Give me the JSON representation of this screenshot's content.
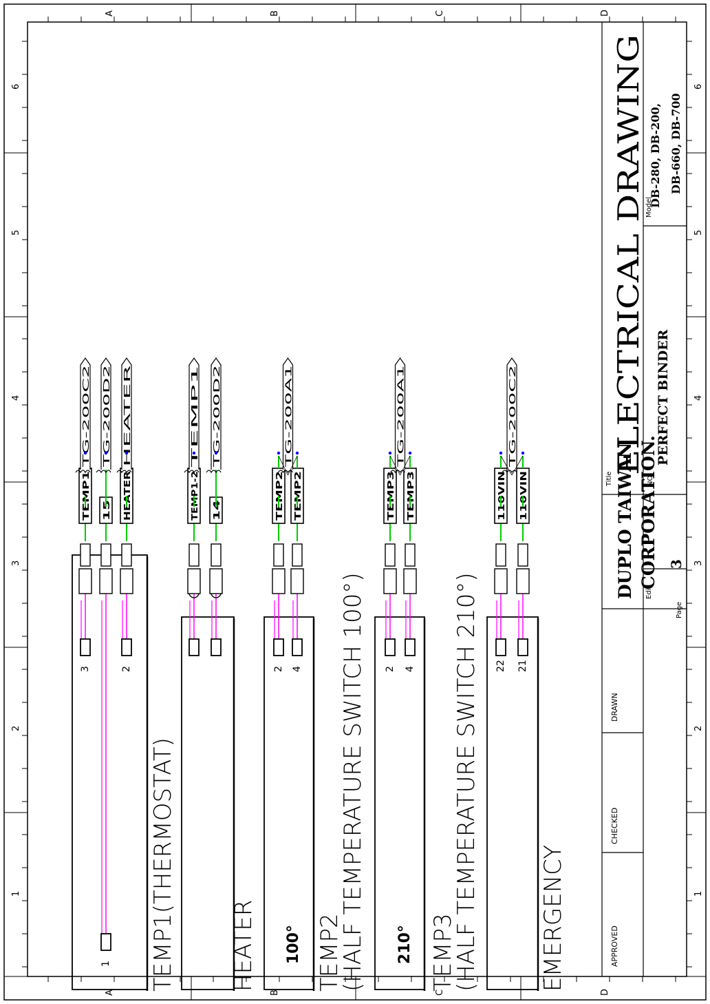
{
  "sheet": {
    "row_labels": [
      "A",
      "B",
      "C",
      "D"
    ],
    "col_labels": [
      "1",
      "2",
      "3",
      "4",
      "5",
      "6"
    ]
  },
  "circuits": [
    {
      "id": "temp1",
      "label": "TEMP1(THERMOSTAT)",
      "sub_label": "",
      "box_text": "",
      "pins": [
        "3",
        "1",
        "2"
      ],
      "wire_labels": [
        "TEMP1",
        "15",
        "HEATER"
      ],
      "connectors": [
        "TG-200C2",
        "TG-200D2",
        "HEATER"
      ]
    },
    {
      "id": "heater",
      "label": "HEATER",
      "sub_label": "",
      "box_text": "",
      "pins": [
        "",
        ""
      ],
      "wire_labels": [
        "TEMP1-2",
        "14"
      ],
      "connectors": [
        "TEMP1",
        "TG-200D2"
      ]
    },
    {
      "id": "temp2",
      "label": "TEMP2",
      "sub_label": "(HALF  TEMPERATURE  SWITCH  100°)",
      "box_text": "100°",
      "pins": [
        "2",
        "4"
      ],
      "wire_labels": [
        "TEMP2",
        "TEMP2"
      ],
      "connectors": [
        "TG-200A1"
      ]
    },
    {
      "id": "temp3",
      "label": "TEMP3",
      "sub_label": "(HALF  TEMPERATURE  SWITCH  210°)",
      "box_text": "210°",
      "pins": [
        "2",
        "4"
      ],
      "wire_labels": [
        "TEMP3",
        "TEMP3"
      ],
      "connectors": [
        "TG-200A1"
      ]
    },
    {
      "id": "emergency",
      "label": "EMERGENCY",
      "sub_label": "",
      "box_text": "",
      "pins": [
        "22",
        "21"
      ],
      "wire_labels": [
        "110VIN",
        "110VIN"
      ],
      "connectors": [
        "TG-200C2"
      ]
    }
  ],
  "title_block": {
    "company_line1": "DUPLO TAIWAN",
    "company_line2": "CORPORATION.",
    "approved_label": "APPROVED",
    "checked_label": "CHECKED",
    "drawn_label": "DRAWN",
    "edit_label": "Edit",
    "page_label": "Page",
    "page_number": "3",
    "title_label": "Title",
    "title": "ELECTRICAL DRAWING",
    "no_label": "NO",
    "product": "PERFECT  BINDER",
    "model_label": "Model",
    "model_line1": "DB-280, DB-200,",
    "model_line2": "DB-660, DB-700"
  },
  "colors": {
    "ink": "#000000",
    "wire": "#ff00ff",
    "lead": "#00cc00",
    "tip": "#0000ff"
  }
}
